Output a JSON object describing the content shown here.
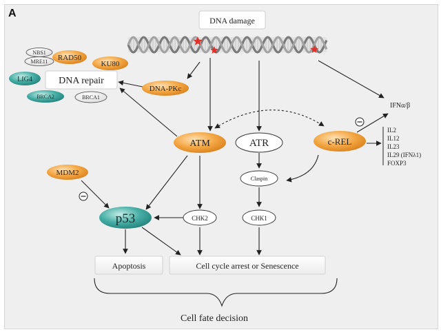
{
  "panel_label": "A",
  "nodes": {
    "dna_damage": "DNA damage",
    "dna_repair": "DNA repair",
    "nbs1": "NBS1",
    "mre11": "MRE11",
    "rad50": "RAD50",
    "ku80": "KU80",
    "lig4": "LIG4",
    "brca2": "BRCA2",
    "brca1": "BRCA1",
    "dna_pkc": "DNA-PKc",
    "atm": "ATM",
    "atr": "ATR",
    "c_rel": "c-REL",
    "claspin": "Claspin",
    "mdm2": "MDM2",
    "p53": "p53",
    "chk2": "CHK2",
    "chk1": "CHK1",
    "apoptosis": "Apoptosis",
    "cell_cycle": "Cell cycle arrest or Senescence",
    "cell_fate": "Cell fate decision",
    "ifn": "IFNα/β"
  },
  "cytokines": [
    "IL2",
    "IL12",
    "IL23",
    "IL29 (IFNλ1)",
    "FOXP3"
  ],
  "inhibition_symbol": "⊖",
  "colors": {
    "orange": "#f0a040",
    "teal": "#3fa9a0",
    "panel_bg": "#efefef",
    "arrow": "#222222",
    "dna_dark": "#8a8a8a",
    "damage_star": "#e0312a"
  }
}
